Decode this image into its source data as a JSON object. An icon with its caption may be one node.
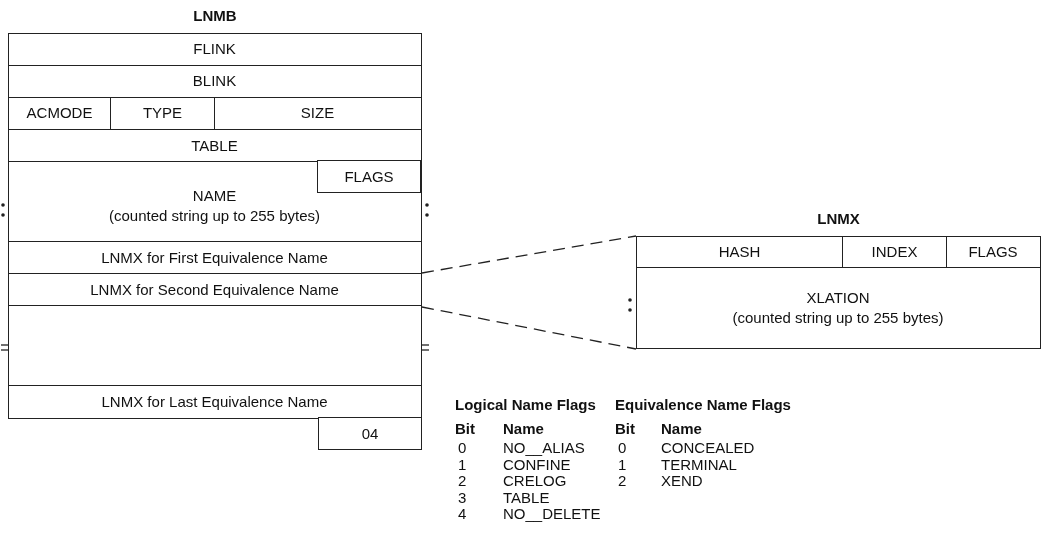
{
  "diagram": {
    "nodes": [
      {
        "text": [
          "LNMB"
        ]
      },
      {
        "text": [
          "FLINK"
        ],
        "in": 0
      },
      {
        "text": [
          "BLINK"
        ],
        "in": 0
      },
      {
        "text": [
          "ACMODE"
        ],
        "in": 0
      },
      {
        "text": [
          "TYPE"
        ],
        "in": 0
      },
      {
        "text": [
          "SIZE"
        ],
        "in": 0
      },
      {
        "text": [
          "TABLE"
        ],
        "in": 0
      },
      {
        "text": [
          "NAME",
          "(counted string up to 255 bytes)"
        ],
        "in": 0
      },
      {
        "text": [
          "FLAGS"
        ],
        "in": 7
      },
      {
        "text": [
          "LNMX for First Equivalence Name"
        ],
        "in": 0
      },
      {
        "text": [
          "LNMX for Second Equivalence Name"
        ],
        "in": 0
      },
      {
        "text": [],
        "shape": "box",
        "in": 0
      },
      {
        "text": [
          "LNMX for Last Equivalence Name"
        ],
        "in": 0
      },
      {
        "text": [
          "04"
        ]
      },
      {
        "text": [
          "LNMX"
        ]
      },
      {
        "text": [
          "HASH"
        ],
        "in": 14
      },
      {
        "text": [
          "INDEX"
        ],
        "in": 14
      },
      {
        "text": [
          "FLAGS"
        ],
        "in": 14
      },
      {
        "text": [
          "XLATION",
          "(counted string up to 255 bytes)"
        ],
        "in": 14
      }
    ],
    "edges": [
      {
        "from": 10,
        "to": 14,
        "arrow": "none",
        "style": "dashed"
      },
      {
        "from": 10,
        "to": 14,
        "arrow": "none",
        "style": "dashed"
      }
    ],
    "labels": [
      "Logical Name Flags",
      "Bit",
      "Name",
      "0",
      "NO__ALIAS",
      "1",
      "CONFINE",
      "2",
      "CRELOG",
      "3",
      "TABLE",
      "4",
      "NO__DELETE",
      "Equivalence Name Flags",
      "Bit",
      "Name",
      "0",
      "CONCEALED",
      "1",
      "TERMINAL",
      "2",
      "XEND"
    ]
  }
}
